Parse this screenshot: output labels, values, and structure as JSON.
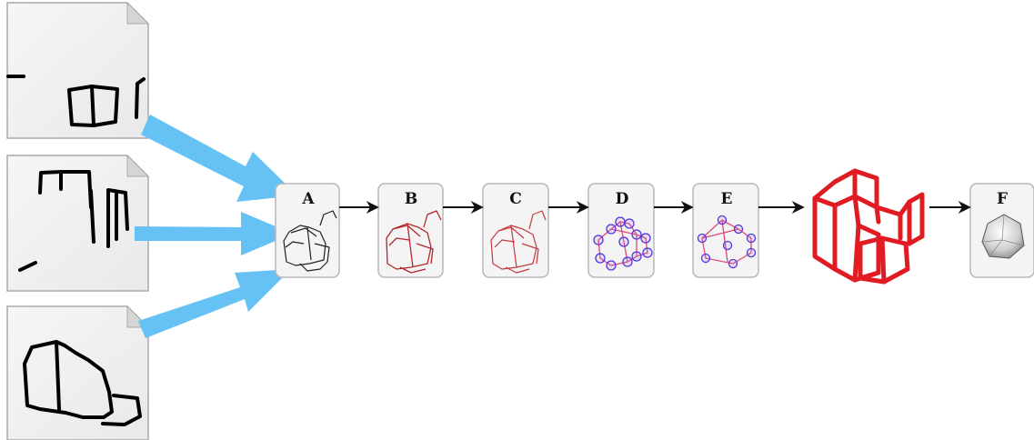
{
  "stages": [
    {
      "id": "a",
      "label": "A"
    },
    {
      "id": "b",
      "label": "B"
    },
    {
      "id": "c",
      "label": "C"
    },
    {
      "id": "d",
      "label": "D"
    },
    {
      "id": "e",
      "label": "E"
    },
    {
      "id": "f",
      "label": "F"
    }
  ],
  "colors": {
    "input_arrow": "#66c2f5",
    "flow_arrow": "#111111",
    "card_bg": "#f2f2f2",
    "card_border": "#b8b8b8",
    "sketch_ink": "#111111",
    "red_stroke": "#cc1a22",
    "model_red": "#e11b22",
    "node_ring": "#5533dd",
    "graph_edge": "#e04a7a"
  }
}
